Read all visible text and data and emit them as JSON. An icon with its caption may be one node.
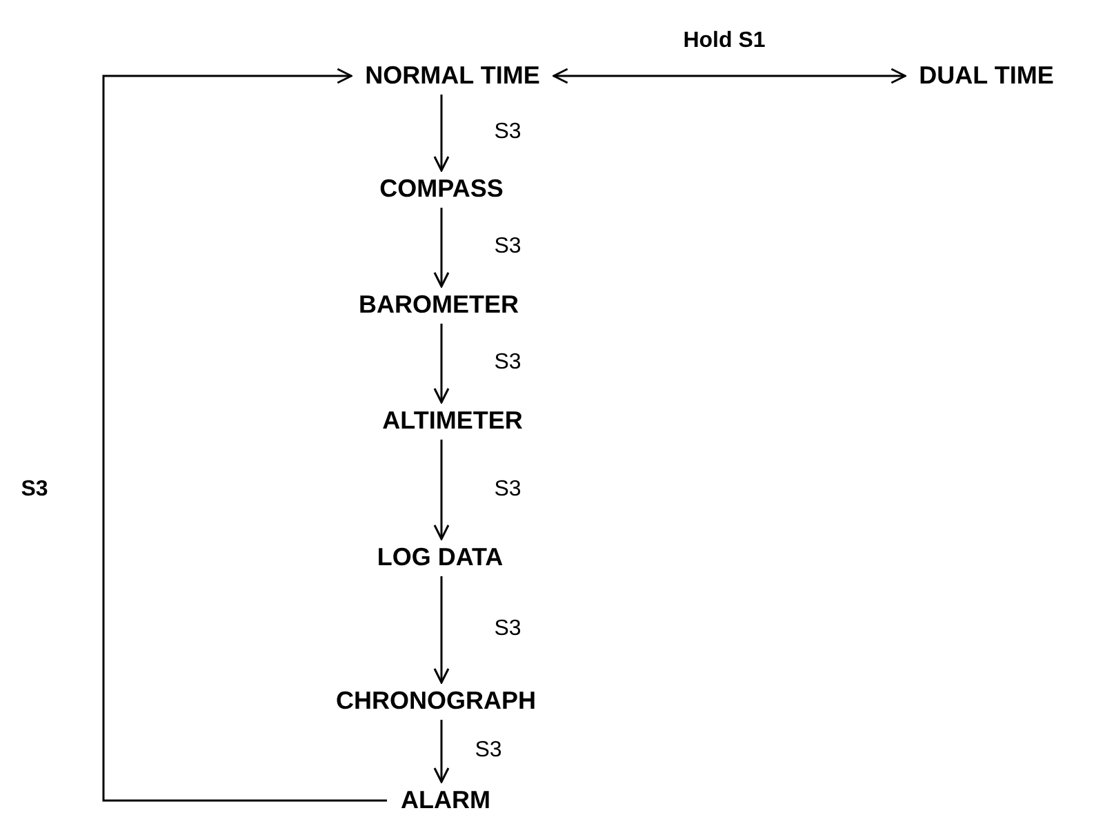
{
  "diagram": {
    "nodes": [
      {
        "text": [
          "NORMAL TIME"
        ]
      },
      {
        "text": [
          "DUAL TIME"
        ]
      },
      {
        "text": [
          "COMPASS"
        ]
      },
      {
        "text": [
          "BAROMETER"
        ]
      },
      {
        "text": [
          "ALTIMETER"
        ]
      },
      {
        "text": [
          "LOG DATA"
        ]
      },
      {
        "text": [
          "CHRONOGRAPH"
        ]
      },
      {
        "text": [
          "ALARM"
        ]
      }
    ],
    "edges": [
      {
        "from": 0,
        "to": 1,
        "arrow": "both",
        "label": "Hold S1"
      },
      {
        "from": 0,
        "to": 2,
        "arrow": "to",
        "label": "S3"
      },
      {
        "from": 2,
        "to": 3,
        "arrow": "to",
        "label": "S3"
      },
      {
        "from": 3,
        "to": 4,
        "arrow": "to",
        "label": "S3"
      },
      {
        "from": 4,
        "to": 5,
        "arrow": "to",
        "label": "S3"
      },
      {
        "from": 5,
        "to": 6,
        "arrow": "to",
        "label": "S3"
      },
      {
        "from": 6,
        "to": 7,
        "arrow": "to",
        "label": "S3"
      },
      {
        "from": 7,
        "to": 0,
        "arrow": "to",
        "label": "S3"
      }
    ]
  }
}
